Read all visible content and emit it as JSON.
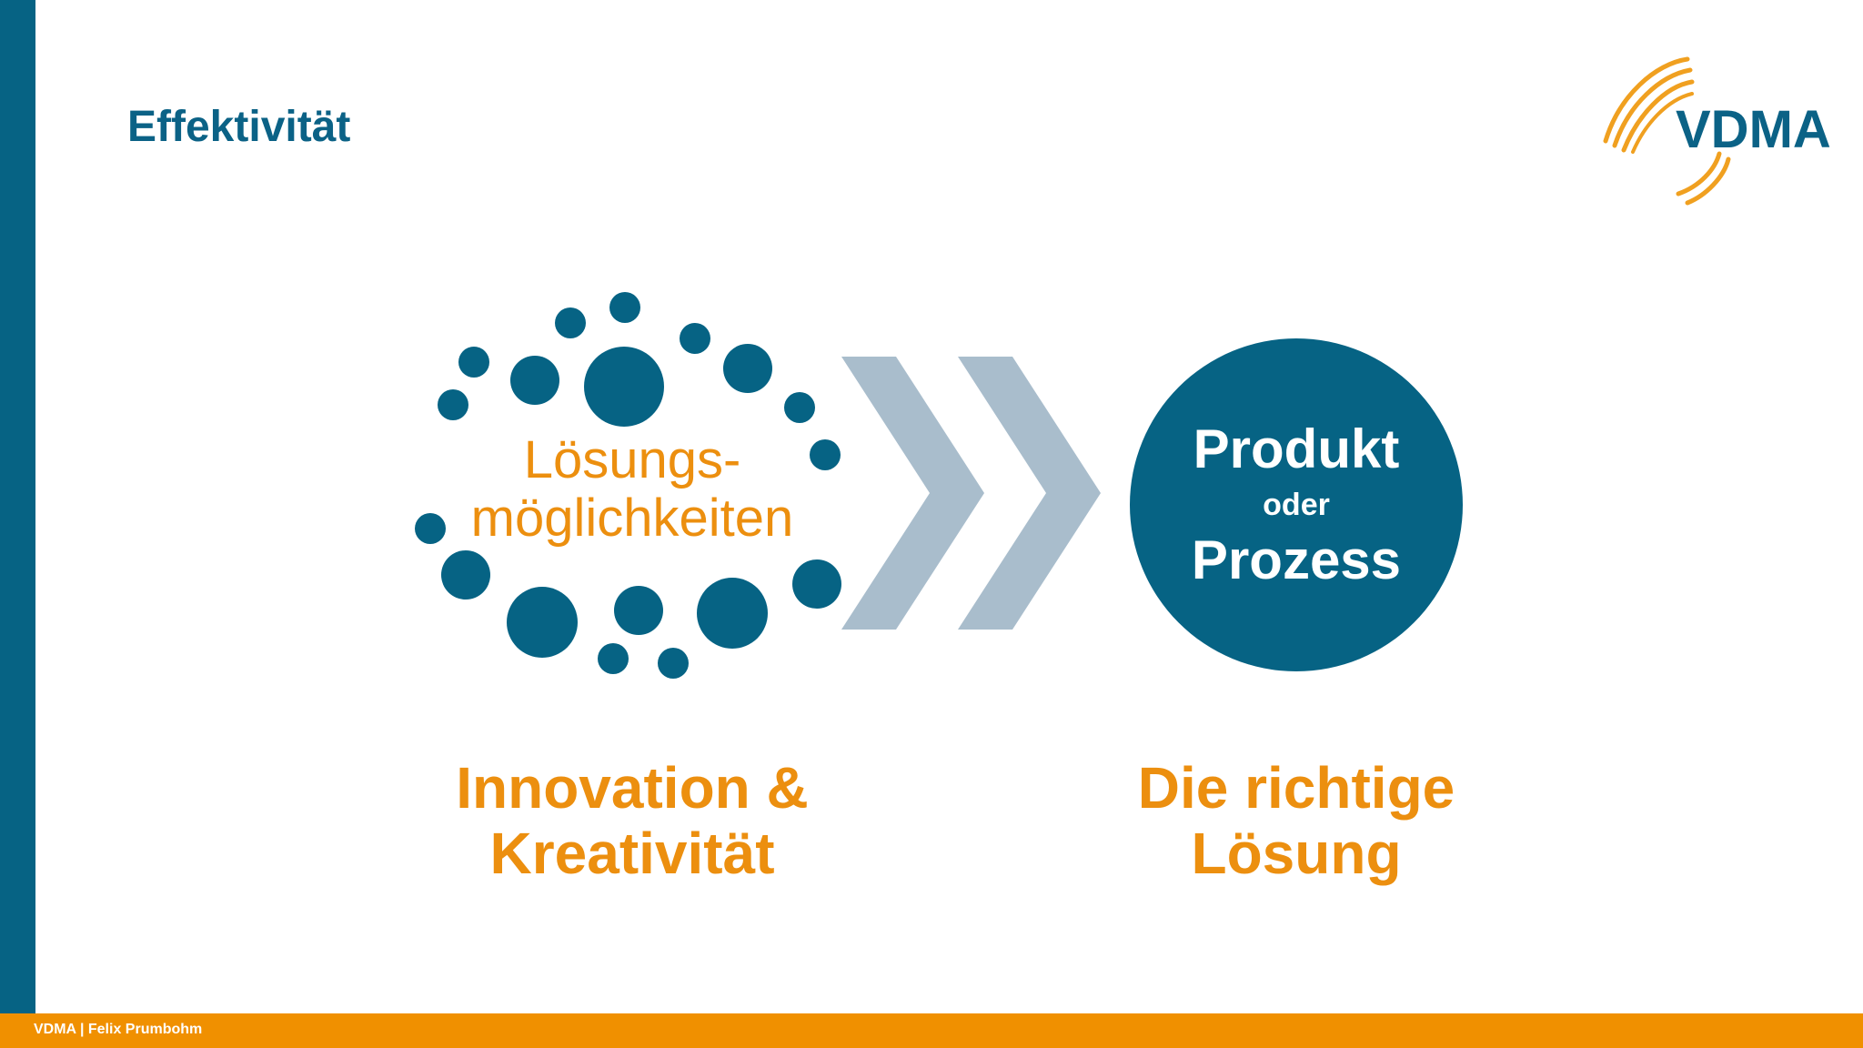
{
  "slide": {
    "title": "Effektivität",
    "logo_text": "VDMA",
    "center_left": {
      "line1": "Lösungs-",
      "line2": "möglichkeiten"
    },
    "circle": {
      "line1": "Produkt",
      "line2": "oder",
      "line3": "Prozess"
    },
    "caption_left": {
      "line1": "Innovation &",
      "line2": "Kreativität"
    },
    "caption_right": {
      "line1": "Die richtige",
      "line2": "Lösung"
    },
    "footer": "VDMA | Felix Prumbohm"
  },
  "colors": {
    "primary_blue": "#066384",
    "accent_orange": "#ec8f0f",
    "chevron_gray": "#a9bdcc",
    "footer_orange": "#f09000"
  },
  "icons": [
    "vdma-logo-icon",
    "dot-cluster",
    "double-chevron-icon"
  ]
}
